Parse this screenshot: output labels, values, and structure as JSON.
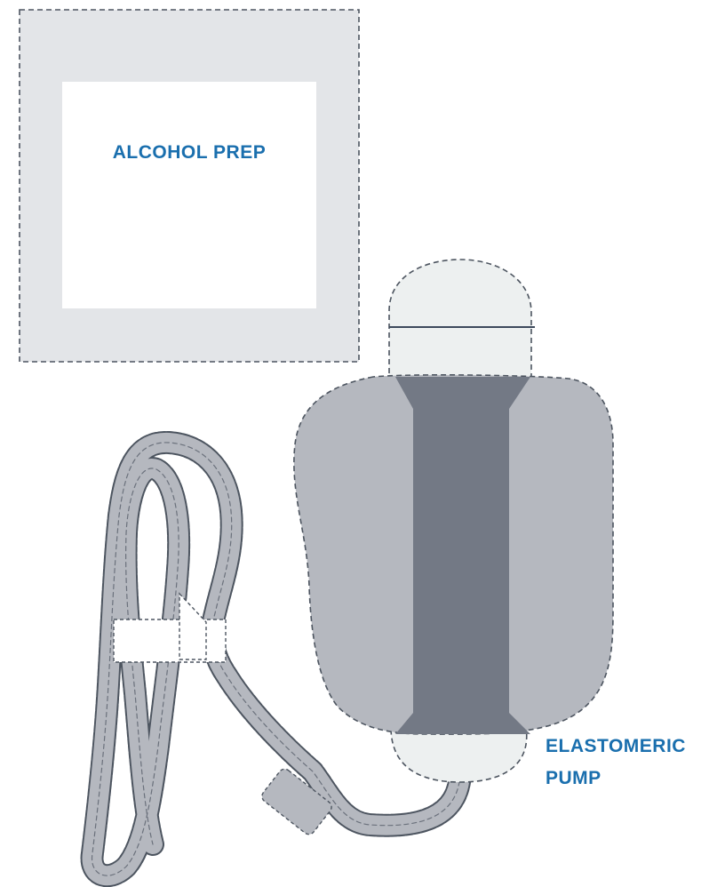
{
  "labels": {
    "alcohol_prep": "ALCOHOL PREP",
    "pump_line1": "ELASTOMERIC",
    "pump_line2": "PUMP"
  },
  "colors": {
    "label_blue": "#1a6fae",
    "pad_gray": "#e3e5e8",
    "dash_gray": "#4d5560",
    "pump_body": "#b5b8bf",
    "pump_center": "#737985",
    "pump_cap": "#edf0f0",
    "tubing": "#b5b8bf"
  }
}
